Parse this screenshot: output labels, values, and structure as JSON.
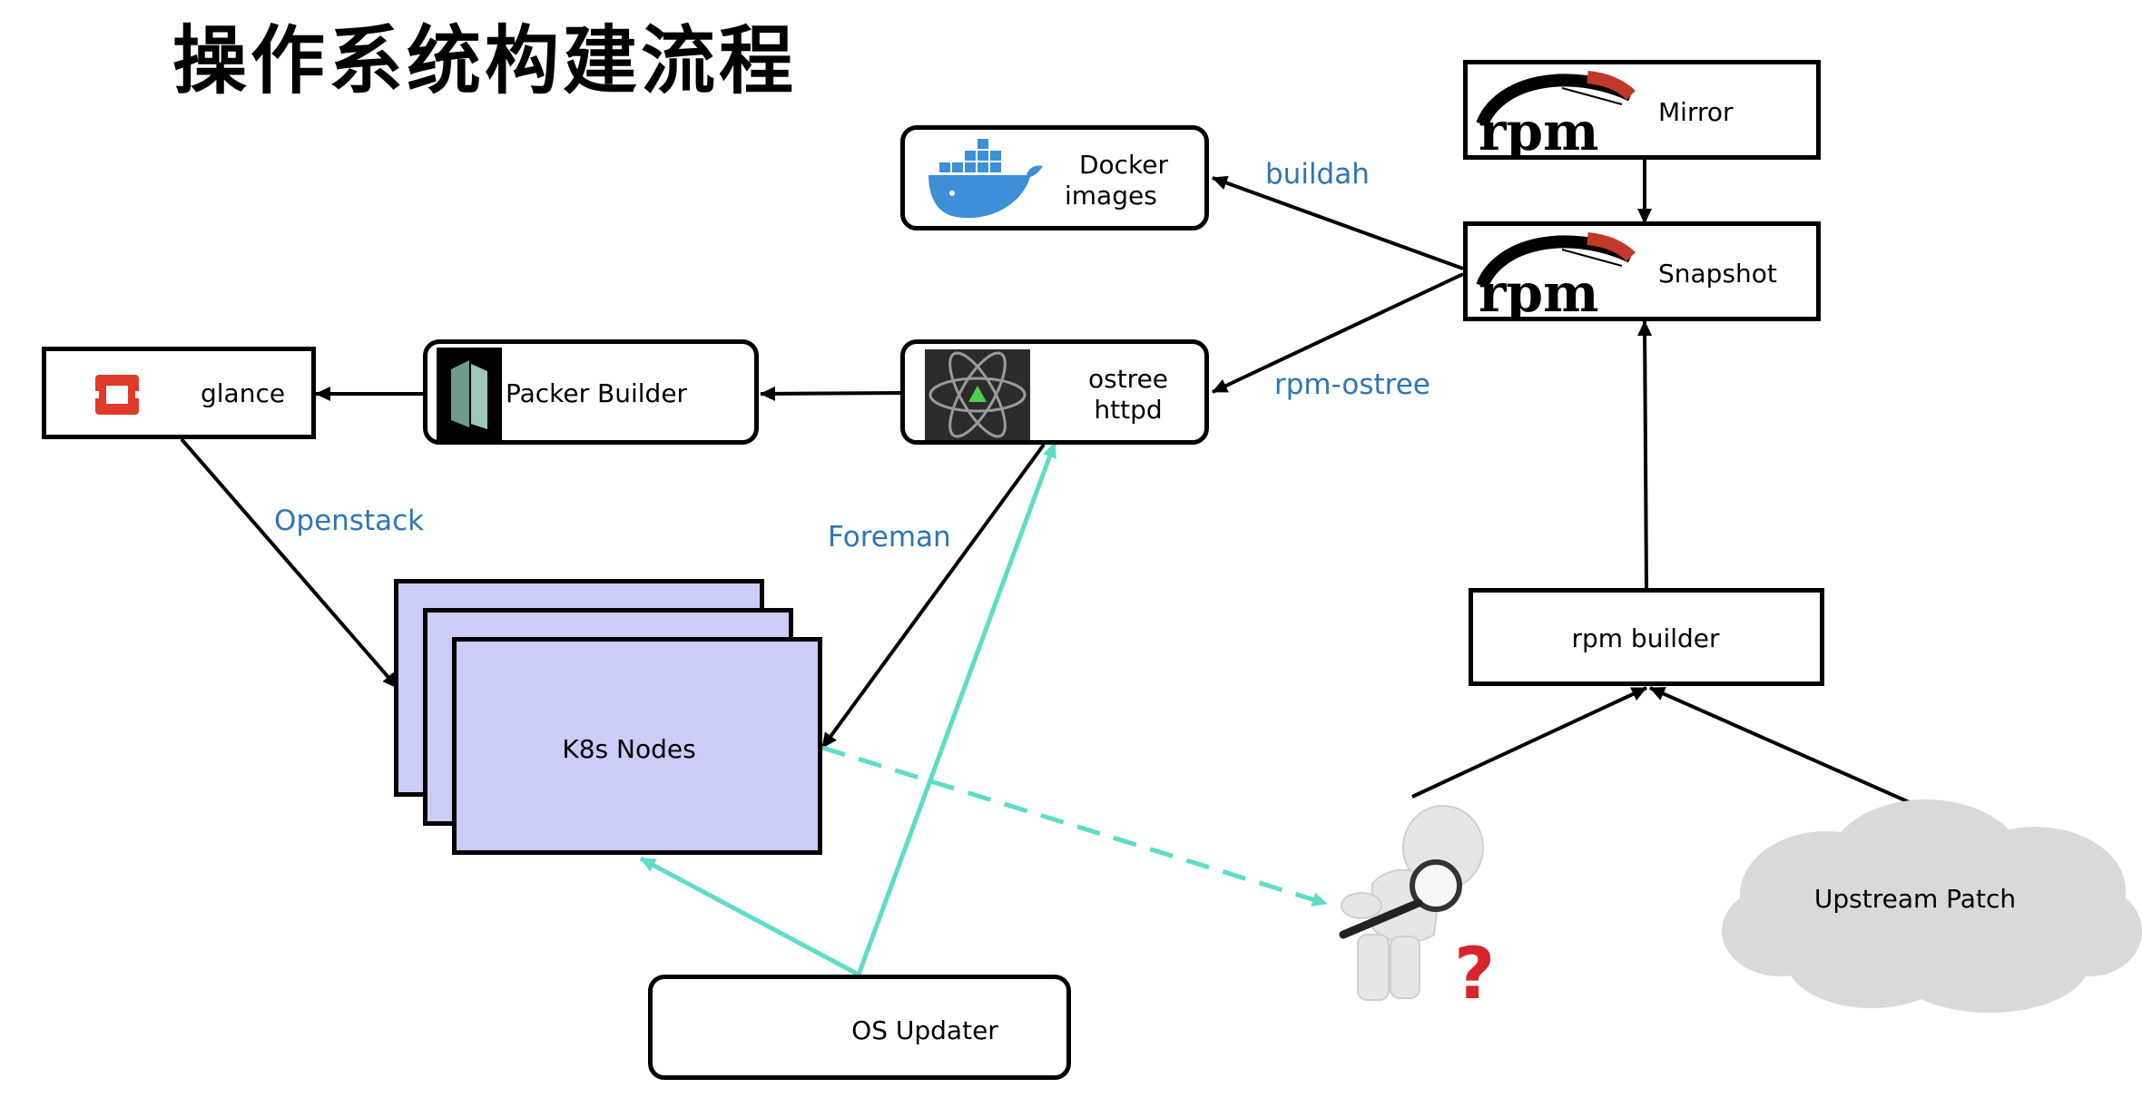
{
  "title": "操作系统构建流程",
  "nodes": {
    "mirror": "Mirror",
    "snapshot": "Snapshot",
    "docker_line1": "Docker",
    "docker_line2": "images",
    "ostree_line1": "ostree",
    "ostree_line2": "httpd",
    "packer": "Packer Builder",
    "glance": "glance",
    "k8s": "K8s Nodes",
    "rpm_builder": "rpm builder",
    "upstream": "Upstream  Patch",
    "os_updater": "OS Updater"
  },
  "edges": {
    "buildah": "buildah",
    "rpm_ostree": "rpm-ostree",
    "openstack": "Openstack",
    "foreman": "Foreman"
  },
  "icons": {
    "rpm_logo_text": "rpm",
    "question_mark": "?"
  },
  "colors": {
    "k8s_fill": "#ccccf8",
    "edge_label": "#2e75b6",
    "teal": "#5fdcc8",
    "cloud": "#d9d9d9"
  }
}
